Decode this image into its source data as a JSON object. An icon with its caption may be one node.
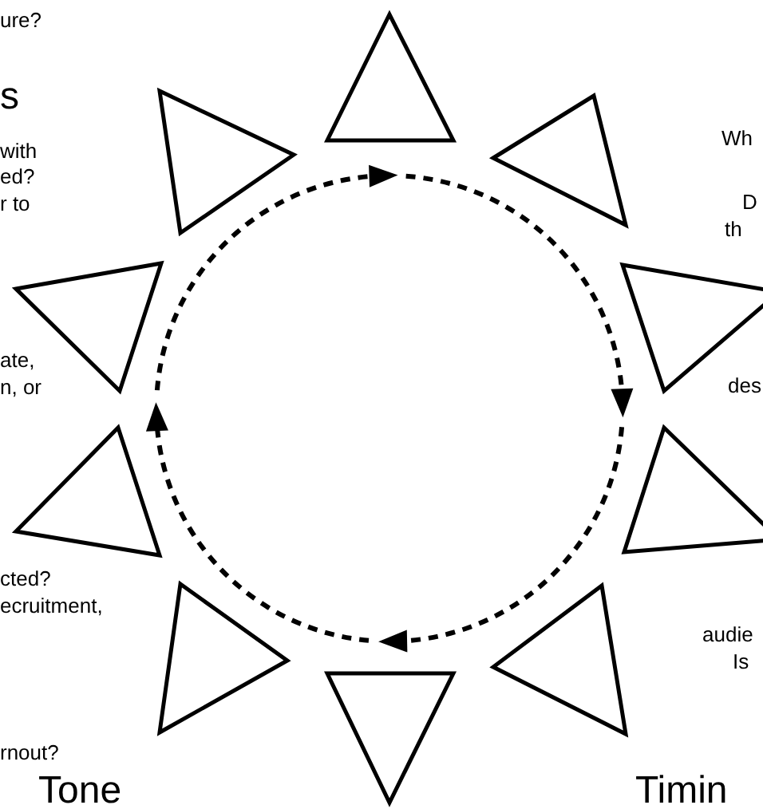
{
  "diagram": {
    "nodes": [
      {
        "text": [],
        "shape": "triangle"
      },
      {
        "text": [],
        "shape": "triangle"
      },
      {
        "text": [],
        "shape": "triangle"
      },
      {
        "text": [],
        "shape": "triangle"
      },
      {
        "text": [],
        "shape": "triangle"
      },
      {
        "text": [],
        "shape": "triangle"
      },
      {
        "text": [],
        "shape": "triangle"
      },
      {
        "text": [],
        "shape": "triangle"
      },
      {
        "text": [],
        "shape": "triangle"
      },
      {
        "text": [],
        "shape": "triangle"
      }
    ],
    "labels": [
      "ure?",
      "s",
      "with",
      "ed?",
      "r to",
      "Wh",
      "D",
      "th",
      "ate,",
      "n, or",
      "des",
      "cted?",
      "ecruitment,",
      "audie",
      "Is",
      "rnout?",
      "Tone",
      "Timin"
    ]
  }
}
